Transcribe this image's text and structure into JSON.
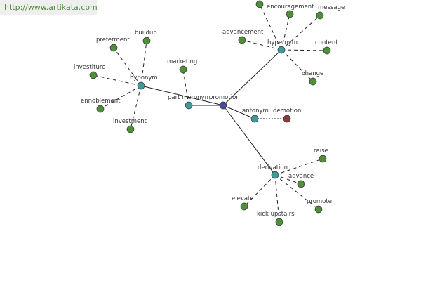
{
  "watermark": "http://www.artikata.com",
  "colors": {
    "term": "#434b9a",
    "relation": "#3f9a9a",
    "word": "#4f8f3a",
    "antonym_word": "#8a3a3a"
  },
  "nodes": {
    "promotion": {
      "label": "promotion",
      "kind": "term"
    },
    "hypernym": {
      "label": "hypernym",
      "kind": "relation"
    },
    "hyponym": {
      "label": "hyponym",
      "kind": "relation"
    },
    "part_meronym": {
      "label": "part meronym",
      "kind": "relation"
    },
    "antonym": {
      "label": "antonym",
      "kind": "relation"
    },
    "derivation": {
      "label": "derivation",
      "kind": "relation"
    },
    "demotion": {
      "label": "demotion",
      "kind": "antonym_word"
    },
    "encouragement": {
      "label": "encouragement",
      "kind": "word"
    },
    "message": {
      "label": "message",
      "kind": "word"
    },
    "advancement": {
      "label": "advancement",
      "kind": "word"
    },
    "content": {
      "label": "content",
      "kind": "word"
    },
    "change": {
      "label": "change",
      "kind": "word"
    },
    "top_word": {
      "label": "",
      "kind": "word"
    },
    "preferment": {
      "label": "preferment",
      "kind": "word"
    },
    "buildup": {
      "label": "buildup",
      "kind": "word"
    },
    "investiture": {
      "label": "investiture",
      "kind": "word"
    },
    "ennoblement": {
      "label": "ennoblement",
      "kind": "word"
    },
    "investment": {
      "label": "investment",
      "kind": "word"
    },
    "marketing": {
      "label": "marketing",
      "kind": "word"
    },
    "raise": {
      "label": "raise",
      "kind": "word"
    },
    "advance": {
      "label": "advance",
      "kind": "word"
    },
    "promote": {
      "label": "promote",
      "kind": "word"
    },
    "elevate": {
      "label": "elevate",
      "kind": "word"
    },
    "kick_upstairs": {
      "label": "kick upstairs",
      "kind": "word"
    }
  },
  "edges": [
    {
      "from": "promotion",
      "to": "hypernym",
      "style": "solid"
    },
    {
      "from": "promotion",
      "to": "hyponym",
      "style": "solid"
    },
    {
      "from": "promotion",
      "to": "part_meronym",
      "style": "solid"
    },
    {
      "from": "promotion",
      "to": "antonym",
      "style": "solid"
    },
    {
      "from": "promotion",
      "to": "derivation",
      "style": "solid"
    },
    {
      "from": "antonym",
      "to": "demotion",
      "style": "dotted"
    },
    {
      "from": "hypernym",
      "to": "top_word",
      "style": "dashed"
    },
    {
      "from": "hypernym",
      "to": "encouragement",
      "style": "dashed"
    },
    {
      "from": "hypernym",
      "to": "message",
      "style": "dashed"
    },
    {
      "from": "hypernym",
      "to": "advancement",
      "style": "dashed"
    },
    {
      "from": "hypernym",
      "to": "content",
      "style": "dashed"
    },
    {
      "from": "hypernym",
      "to": "change",
      "style": "dashed"
    },
    {
      "from": "hyponym",
      "to": "preferment",
      "style": "dashed"
    },
    {
      "from": "hyponym",
      "to": "buildup",
      "style": "dashed"
    },
    {
      "from": "hyponym",
      "to": "investiture",
      "style": "dashed"
    },
    {
      "from": "hyponym",
      "to": "ennoblement",
      "style": "dashed"
    },
    {
      "from": "hyponym",
      "to": "investment",
      "style": "dashed"
    },
    {
      "from": "part_meronym",
      "to": "marketing",
      "style": "dashed"
    },
    {
      "from": "derivation",
      "to": "raise",
      "style": "dashed"
    },
    {
      "from": "derivation",
      "to": "advance",
      "style": "dashed"
    },
    {
      "from": "derivation",
      "to": "promote",
      "style": "dashed"
    },
    {
      "from": "derivation",
      "to": "elevate",
      "style": "dashed"
    },
    {
      "from": "derivation",
      "to": "kick_upstairs",
      "style": "dashed"
    }
  ]
}
